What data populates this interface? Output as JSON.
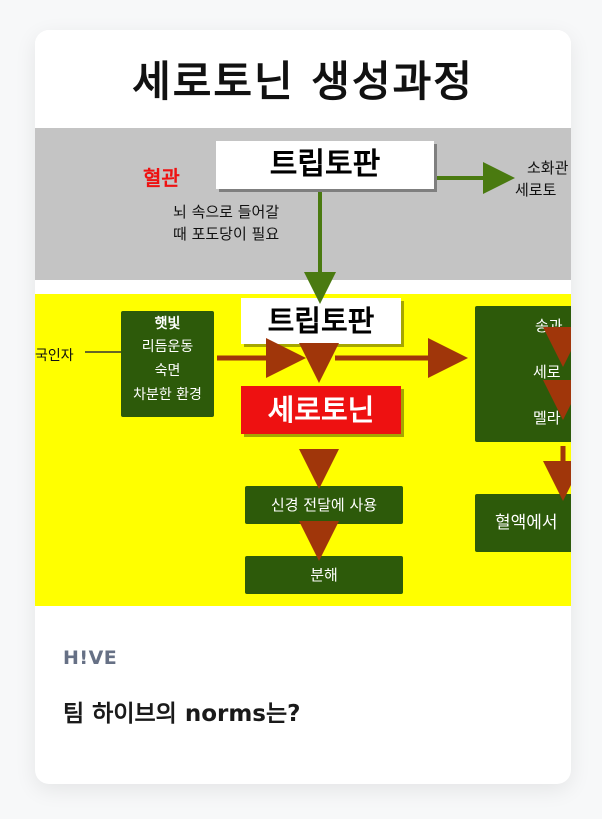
{
  "thumbnail": {
    "heading": "세로토닌 생성과정",
    "top_box": "트립토판",
    "vessel_label": "혈관",
    "sugar_note_line1": "뇌 속으로 들어갈",
    "sugar_note_line2": "때 포도당이 필요",
    "right_note_line1": "소화관",
    "right_note_line2": "세로토",
    "factor_label": "국인자",
    "factor_box_title": "햇빛",
    "factor_box_line1": "리듬운동",
    "factor_box_line2": "숙면",
    "factor_box_line3": "차분한 환경",
    "mid_box": "트립토판",
    "serotonin_box": "세로토닌",
    "neuro_box": "신경 전달에 사용",
    "decomp_box": "분해",
    "right_box_line1": "송과",
    "right_box_line2": "세로",
    "right_box_line3": "멜라",
    "blood_box": "혈액에서"
  },
  "card": {
    "category": "H!VE",
    "title": "팀 하이브의 norms는?"
  },
  "colors": {
    "gray_band": "#c4c4c4",
    "yellow_band": "#ffff00",
    "green_box": "#2d5a0a",
    "red_box": "#ee1111",
    "arrow_green": "#4a7a10",
    "arrow_brown": "#a0360a"
  }
}
